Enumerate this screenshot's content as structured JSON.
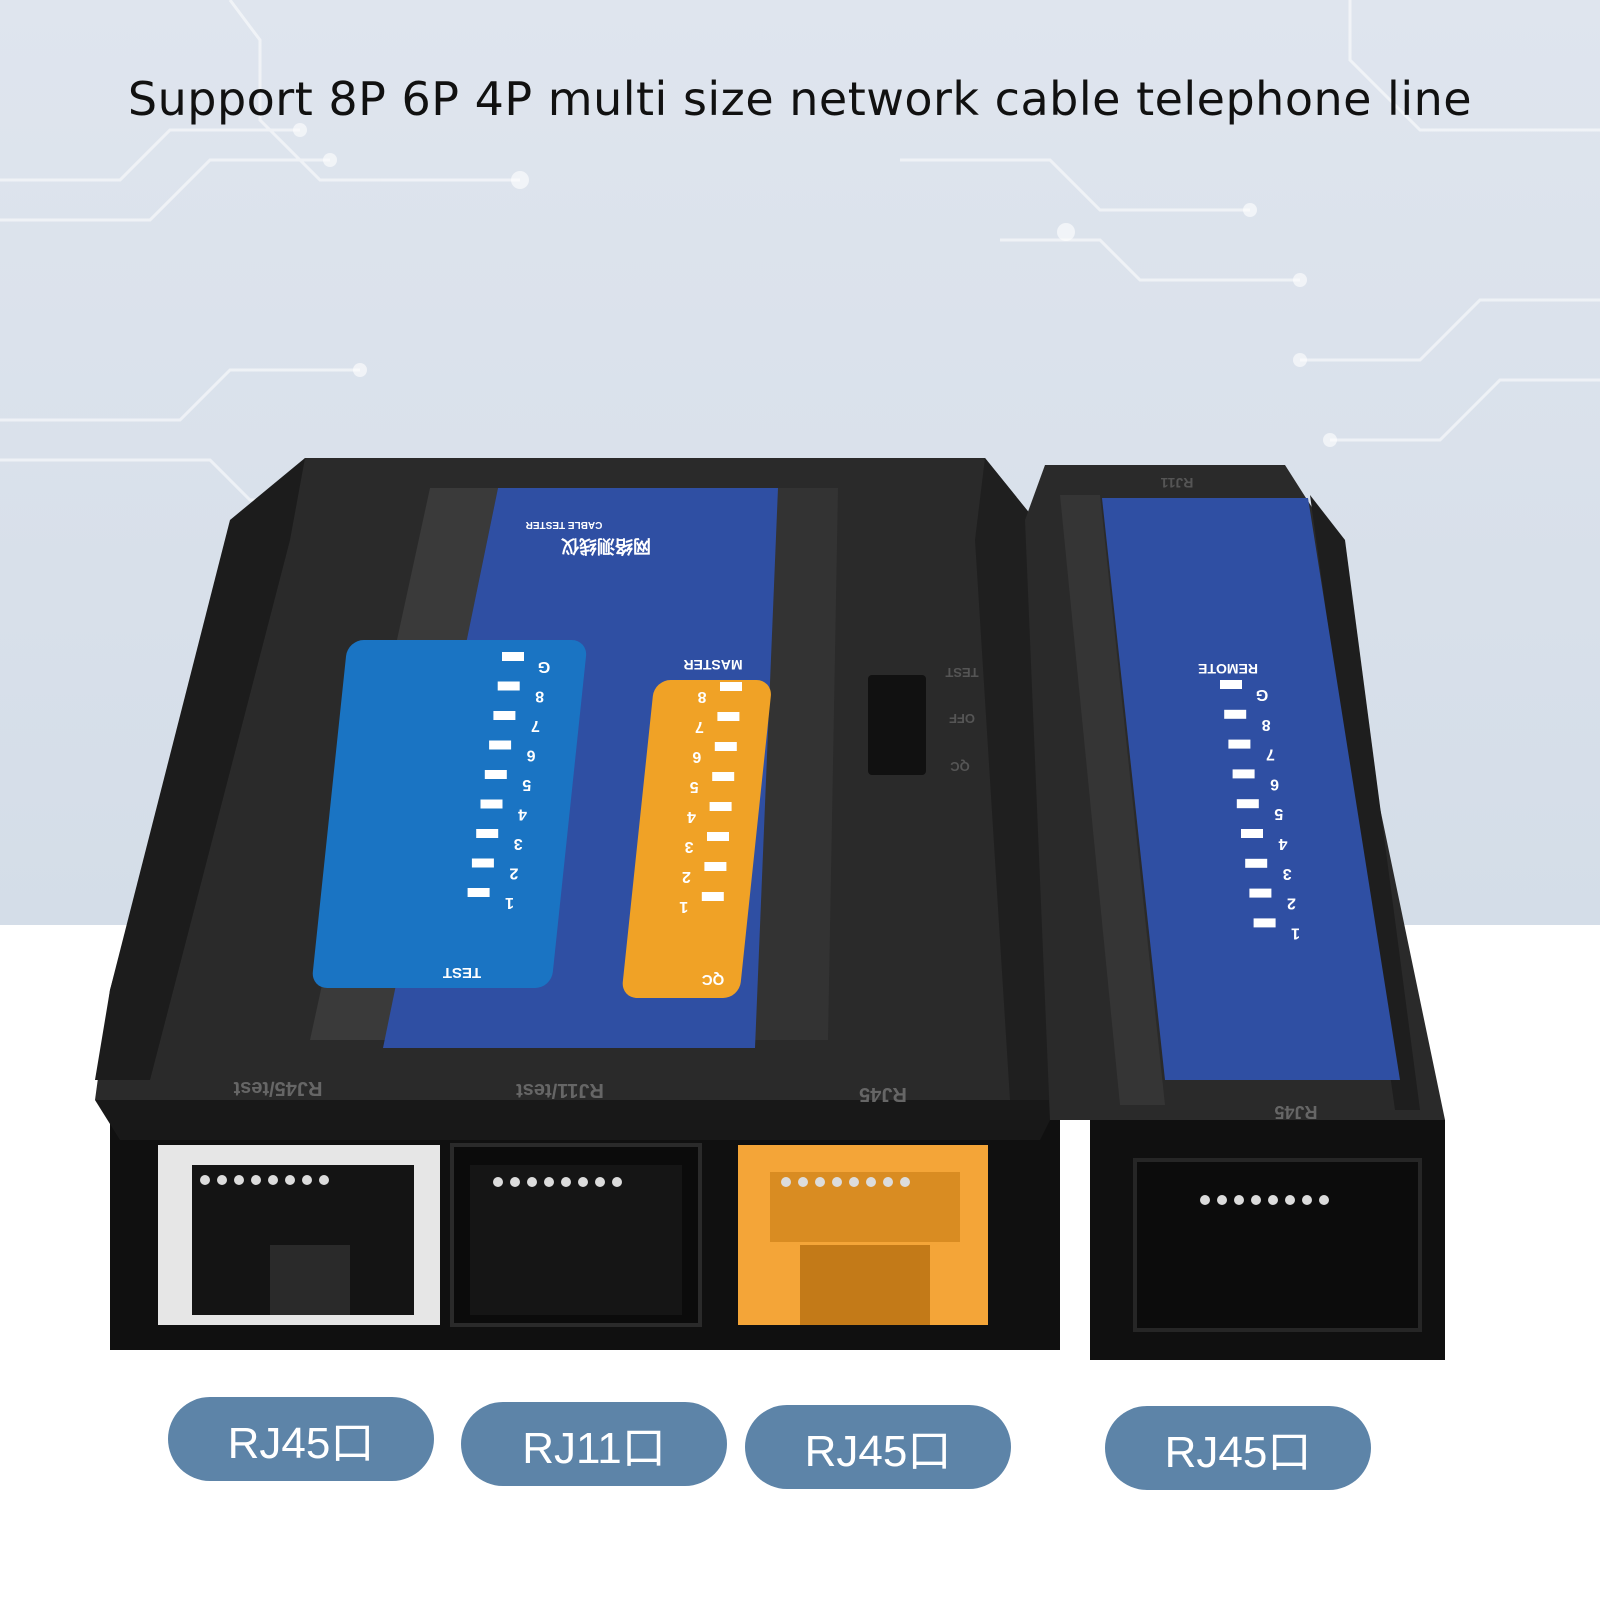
{
  "headline": "Support 8P 6P 4P multi size network cable telephone line",
  "master_unit": {
    "brand_cn": "网络测线仪",
    "brand_en": "CABLE TESTER",
    "master_label": "MASTER",
    "test_leds": [
      "G",
      "8",
      "7",
      "6",
      "5",
      "4",
      "3",
      "2",
      "1"
    ],
    "test_label": "TEST",
    "qc_leds": [
      "8",
      "7",
      "6",
      "5",
      "4",
      "3",
      "2",
      "1"
    ],
    "qc_label": "QC",
    "switch_positions": [
      "TEST",
      "OFF",
      "QC"
    ],
    "port_labels": [
      "RJ45/test",
      "RJ11/test",
      "RJ45"
    ]
  },
  "remote_unit": {
    "top_label": "RJ11",
    "remote_label": "REMOTE",
    "leds": [
      "G",
      "8",
      "7",
      "6",
      "5",
      "4",
      "3",
      "2",
      "1"
    ],
    "port_label": "RJ45"
  },
  "port_captions": [
    "RJ45口",
    "RJ11口",
    "RJ45口",
    "RJ45口"
  ],
  "colors": {
    "panel_blue": "#2f4fa3",
    "test_blue": "#1a74c3",
    "qc_orange": "#f0a226",
    "body_black": "#222222",
    "orange_port": "#f4a538",
    "caption_pill": "#5d84a8"
  }
}
